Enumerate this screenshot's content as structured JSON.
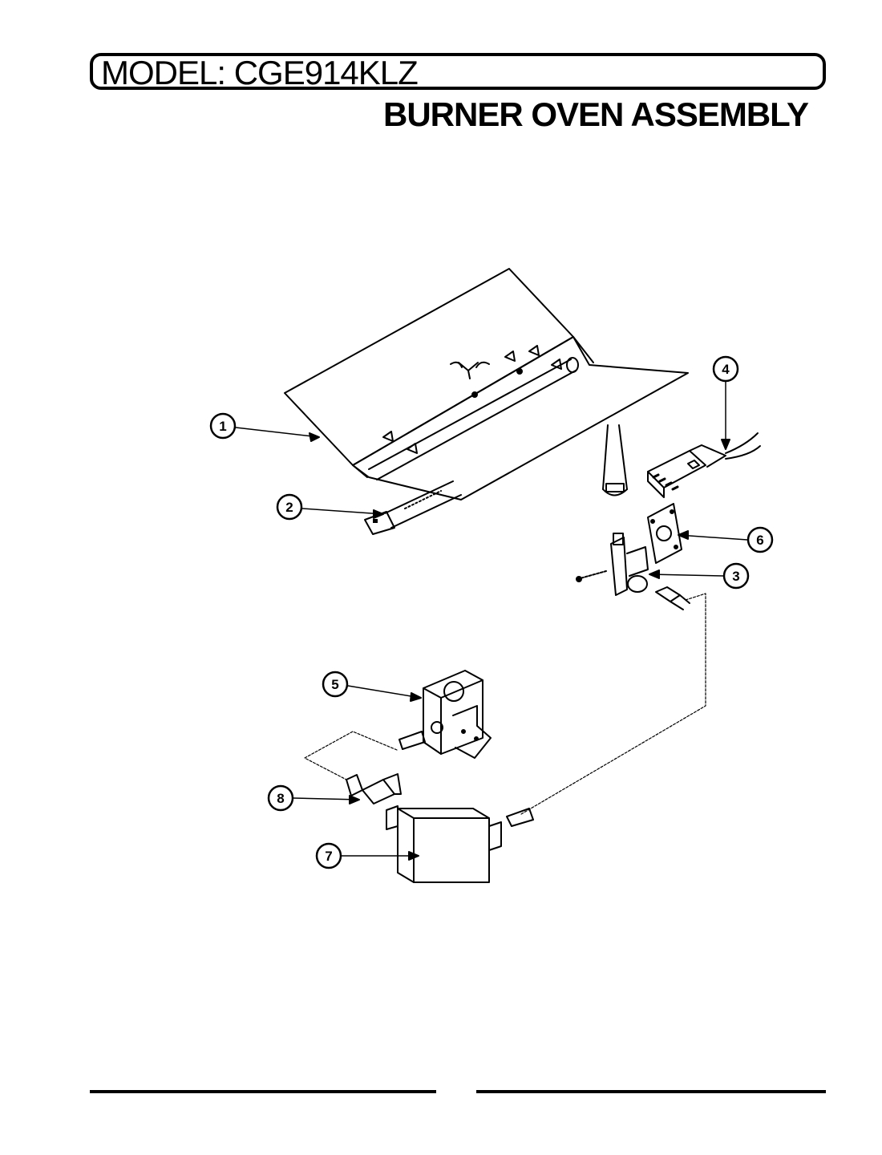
{
  "header": {
    "model_label": "MODEL: CGE914KLZ",
    "title": "BURNER OVEN ASSEMBLY"
  },
  "callouts": [
    {
      "id": "1",
      "label": "1"
    },
    {
      "id": "2",
      "label": "2"
    },
    {
      "id": "3",
      "label": "3"
    },
    {
      "id": "4",
      "label": "4"
    },
    {
      "id": "5",
      "label": "5"
    },
    {
      "id": "6",
      "label": "6"
    },
    {
      "id": "7",
      "label": "7"
    },
    {
      "id": "8",
      "label": "8"
    }
  ]
}
